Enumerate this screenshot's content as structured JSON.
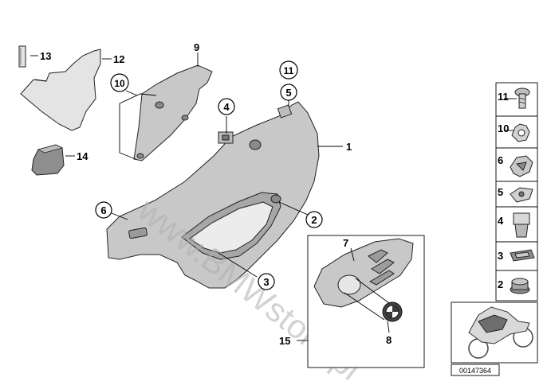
{
  "diagram": {
    "callouts": {
      "c1": "1",
      "c2": "2",
      "c3": "3",
      "c4": "4",
      "c5": "5",
      "c6": "6",
      "c7": "7",
      "c8": "8",
      "c9": "9",
      "c10": "10",
      "c11": "11",
      "c12": "12",
      "c13": "13",
      "c14": "14",
      "c15": "15"
    },
    "legend": [
      {
        "number": "11",
        "icon": "screw-icon"
      },
      {
        "number": "10",
        "icon": "spring-nut-icon"
      },
      {
        "number": "6",
        "icon": "star-clip-icon"
      },
      {
        "number": "5",
        "icon": "clip-nut-icon"
      },
      {
        "number": "4",
        "icon": "expanding-rivet-icon"
      },
      {
        "number": "3",
        "icon": "rubber-strip-icon"
      },
      {
        "number": "2",
        "icon": "grommet-icon"
      }
    ],
    "watermark": "www.BMWstore.pl",
    "diagram_id": "00147364"
  },
  "colors": {
    "part_fill": "#c8c8c8",
    "stroke": "#222222"
  }
}
